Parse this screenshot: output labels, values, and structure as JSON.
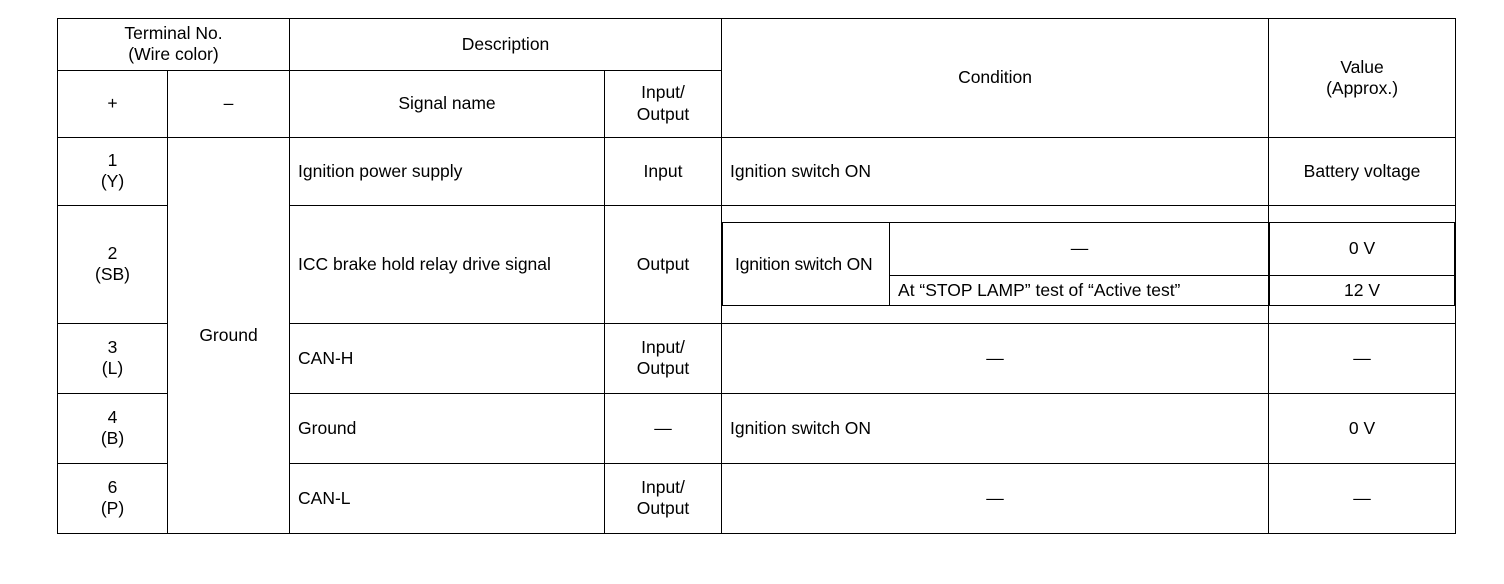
{
  "table": {
    "headers": {
      "terminal_no": "Terminal No.\n(Wire color)",
      "terminal_no_line1": "Terminal No.",
      "terminal_no_line2": "(Wire color)",
      "plus": "+",
      "minus": "–",
      "description": "Description",
      "signal_name": "Signal name",
      "input_output": "Input/\nOutput",
      "input_output_line1": "Input/",
      "input_output_line2": "Output",
      "condition": "Condition",
      "value": "Value\n(Approx.)",
      "value_line1": "Value",
      "value_line2": "(Approx.)"
    },
    "ground_label": "Ground",
    "rows": [
      {
        "terminal": "1",
        "wire_color": "(Y)",
        "signal_name": "Ignition power supply",
        "input_output": "Input",
        "condition": "Ignition switch ON",
        "value": "Battery voltage"
      },
      {
        "terminal": "2",
        "wire_color": "(SB)",
        "signal_name": "ICC brake hold relay drive signal",
        "input_output": "Output",
        "condition_group": "Ignition switch ON",
        "sub_rows": [
          {
            "condition": "—",
            "value": "0 V"
          },
          {
            "condition": "At “STOP LAMP” test of “Active test”",
            "value": "12 V"
          }
        ]
      },
      {
        "terminal": "3",
        "wire_color": "(L)",
        "signal_name": "CAN-H",
        "input_output": "Input/\nOutput",
        "input_output_line1": "Input/",
        "input_output_line2": "Output",
        "condition": "—",
        "value": "—"
      },
      {
        "terminal": "4",
        "wire_color": "(B)",
        "signal_name": "Ground",
        "input_output": "—",
        "condition": "Ignition switch ON",
        "value": "0 V"
      },
      {
        "terminal": "6",
        "wire_color": "(P)",
        "signal_name": "CAN-L",
        "input_output": "Input/\nOutput",
        "input_output_line1": "Input/",
        "input_output_line2": "Output",
        "condition": "—",
        "value": "—"
      }
    ]
  }
}
